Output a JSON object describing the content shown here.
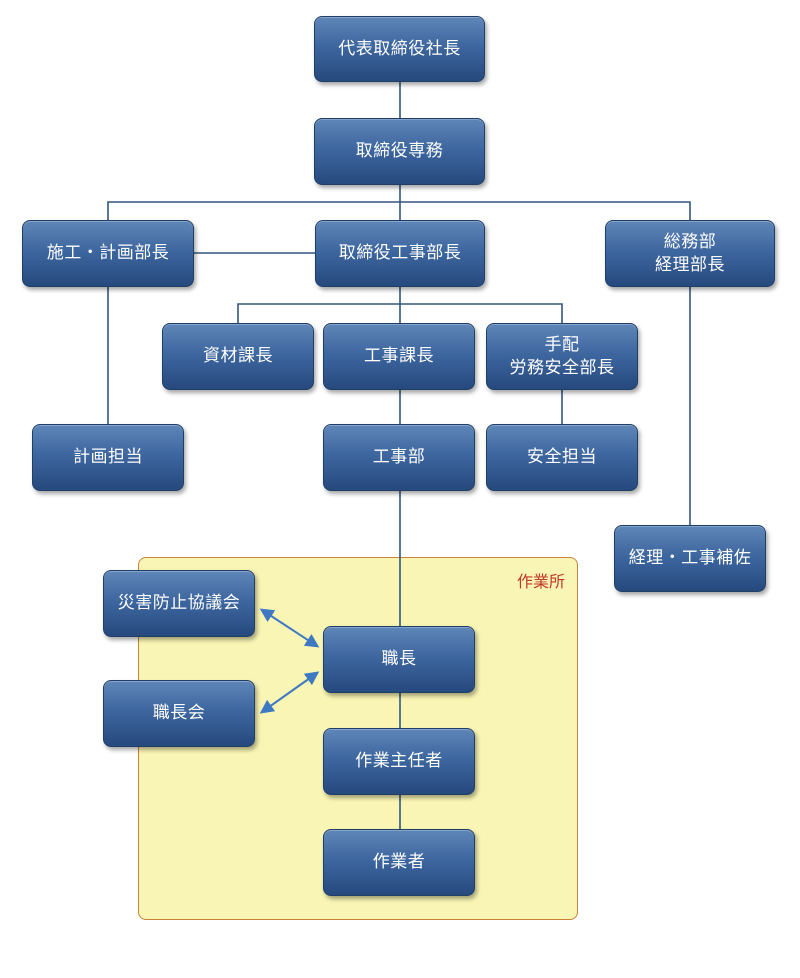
{
  "worksite": {
    "label": "作業所"
  },
  "nodes": {
    "ceo": [
      "代表取締役社長"
    ],
    "senior": [
      "取締役専務"
    ],
    "construction_director": [
      "取締役工事部長"
    ],
    "planning_manager": [
      "施工・計画部長"
    ],
    "general_affairs": [
      "総務部",
      "経理部長"
    ],
    "materials_chief": [
      "資材課長"
    ],
    "construction_chief": [
      "工事課長"
    ],
    "labor_safety": [
      "手配",
      "労務安全部長"
    ],
    "planning_staff": [
      "計画担当"
    ],
    "construction_dept": [
      "工事部"
    ],
    "safety_staff": [
      "安全担当"
    ],
    "accounting_assistant": [
      "経理・工事補佐"
    ],
    "disaster_council": [
      "災害防止協議会"
    ],
    "foreman_meeting": [
      "職長会"
    ],
    "foreman": [
      "職長"
    ],
    "work_supervisor": [
      "作業主任者"
    ],
    "worker": [
      "作業者"
    ]
  },
  "colors": {
    "node_top": "#5f86b8",
    "node_bottom": "#26497e",
    "connector": "#33557f",
    "arrow": "#3f79c4",
    "worksite_fill": "#f9f5b4",
    "worksite_border": "#c8823a",
    "worksite_label": "#c0392b"
  }
}
